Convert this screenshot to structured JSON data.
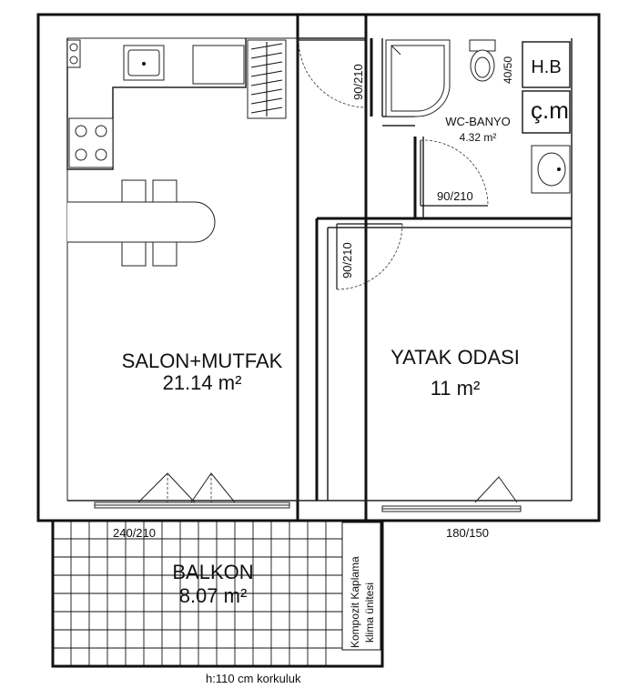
{
  "rooms": {
    "salon": {
      "name": "SALON+MUTFAK",
      "area": "21.14 m²"
    },
    "yatak": {
      "name": "YATAK ODASI",
      "area": "11 m²"
    },
    "banyo": {
      "name": "WC-BANYO",
      "area": "4.32 m²"
    },
    "balkon": {
      "name": "BALKON",
      "area": "8.07 m²"
    }
  },
  "labels": {
    "hb": "H.B",
    "cm": "ç.m",
    "vent": "40/50",
    "door_entry": "90/210",
    "door_bath": "90/210",
    "door_bedroom": "90/210",
    "window_salon": "240/210",
    "window_bedroom": "180/150",
    "balcony_note_line1": "Kompozit  Kaplama",
    "balcony_note_line2": "klima ünitesi",
    "railing": "h:110 cm korkuluk"
  },
  "colors": {
    "wall": "#111111",
    "background": "#ffffff"
  }
}
